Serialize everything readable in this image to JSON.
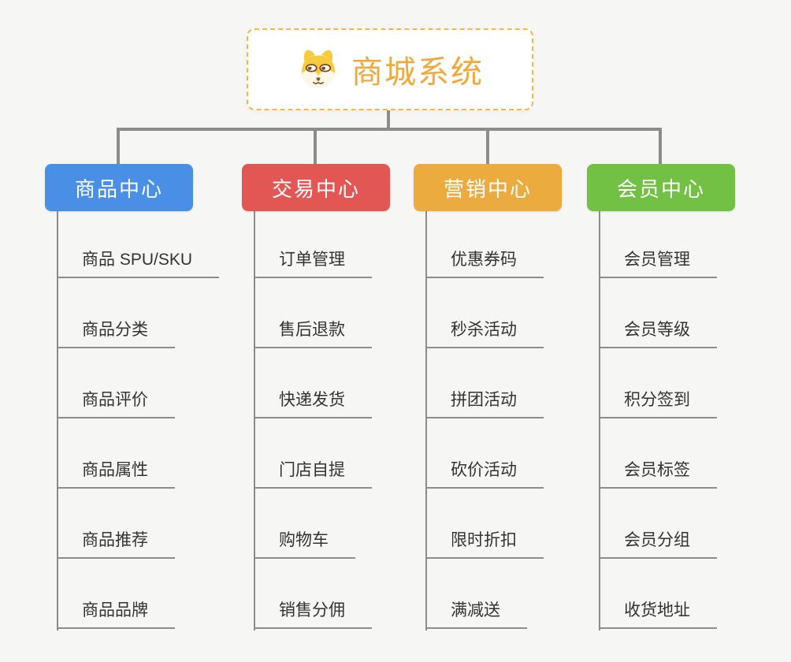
{
  "root": {
    "label": "商城系统",
    "icon": "dog-face-icon",
    "accent_color": "#f2a93c",
    "border_color": "#f3b64d"
  },
  "branches": [
    {
      "label": "商品中心",
      "color": "#4a8fe6",
      "items": [
        "商品 SPU/SKU",
        "商品分类",
        "商品评价",
        "商品属性",
        "商品推荐",
        "商品品牌"
      ]
    },
    {
      "label": "交易中心",
      "color": "#e25754",
      "items": [
        "订单管理",
        "售后退款",
        "快递发货",
        "门店自提",
        "购物车",
        "销售分佣"
      ]
    },
    {
      "label": "营销中心",
      "color": "#ecab3f",
      "items": [
        "优惠券码",
        "秒杀活动",
        "拼团活动",
        "砍价活动",
        "限时折扣",
        "满减送"
      ]
    },
    {
      "label": "会员中心",
      "color": "#72c144",
      "items": [
        "会员管理",
        "会员等级",
        "积分签到",
        "会员标签",
        "会员分组",
        "收货地址"
      ]
    }
  ],
  "palette": {
    "background": "#f6f6f4",
    "connector_line": "#8c8c8c",
    "leaf_text": "#333333"
  }
}
